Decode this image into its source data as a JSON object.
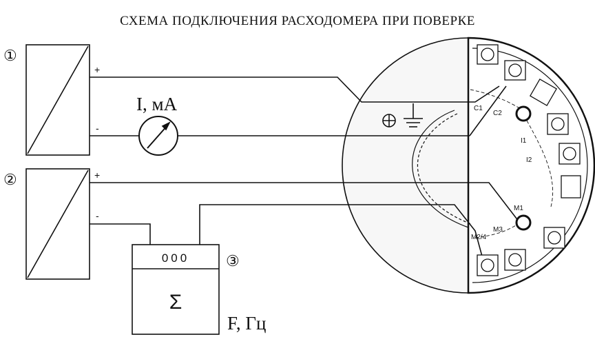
{
  "title": "СХЕМА ПОДКЛЮЧЕНИЯ РАСХОДОМЕРА ПРИ ПОВЕРКЕ",
  "markers": {
    "one": "①",
    "two": "②",
    "three": "③"
  },
  "polarity": {
    "plus": "+",
    "minus": "-"
  },
  "ammeter_label": "I, мА",
  "counter": {
    "display": "000",
    "symbol": "Σ",
    "label": "F, Гц"
  },
  "terminals": {
    "c1": "C1",
    "c2": "C2",
    "i1": "I1",
    "i2": "I2",
    "m1": "M1",
    "m2_4": "M2/4",
    "m3": "M3"
  },
  "colors": {
    "ink": "#111111",
    "panel": "#f4f4f4"
  }
}
